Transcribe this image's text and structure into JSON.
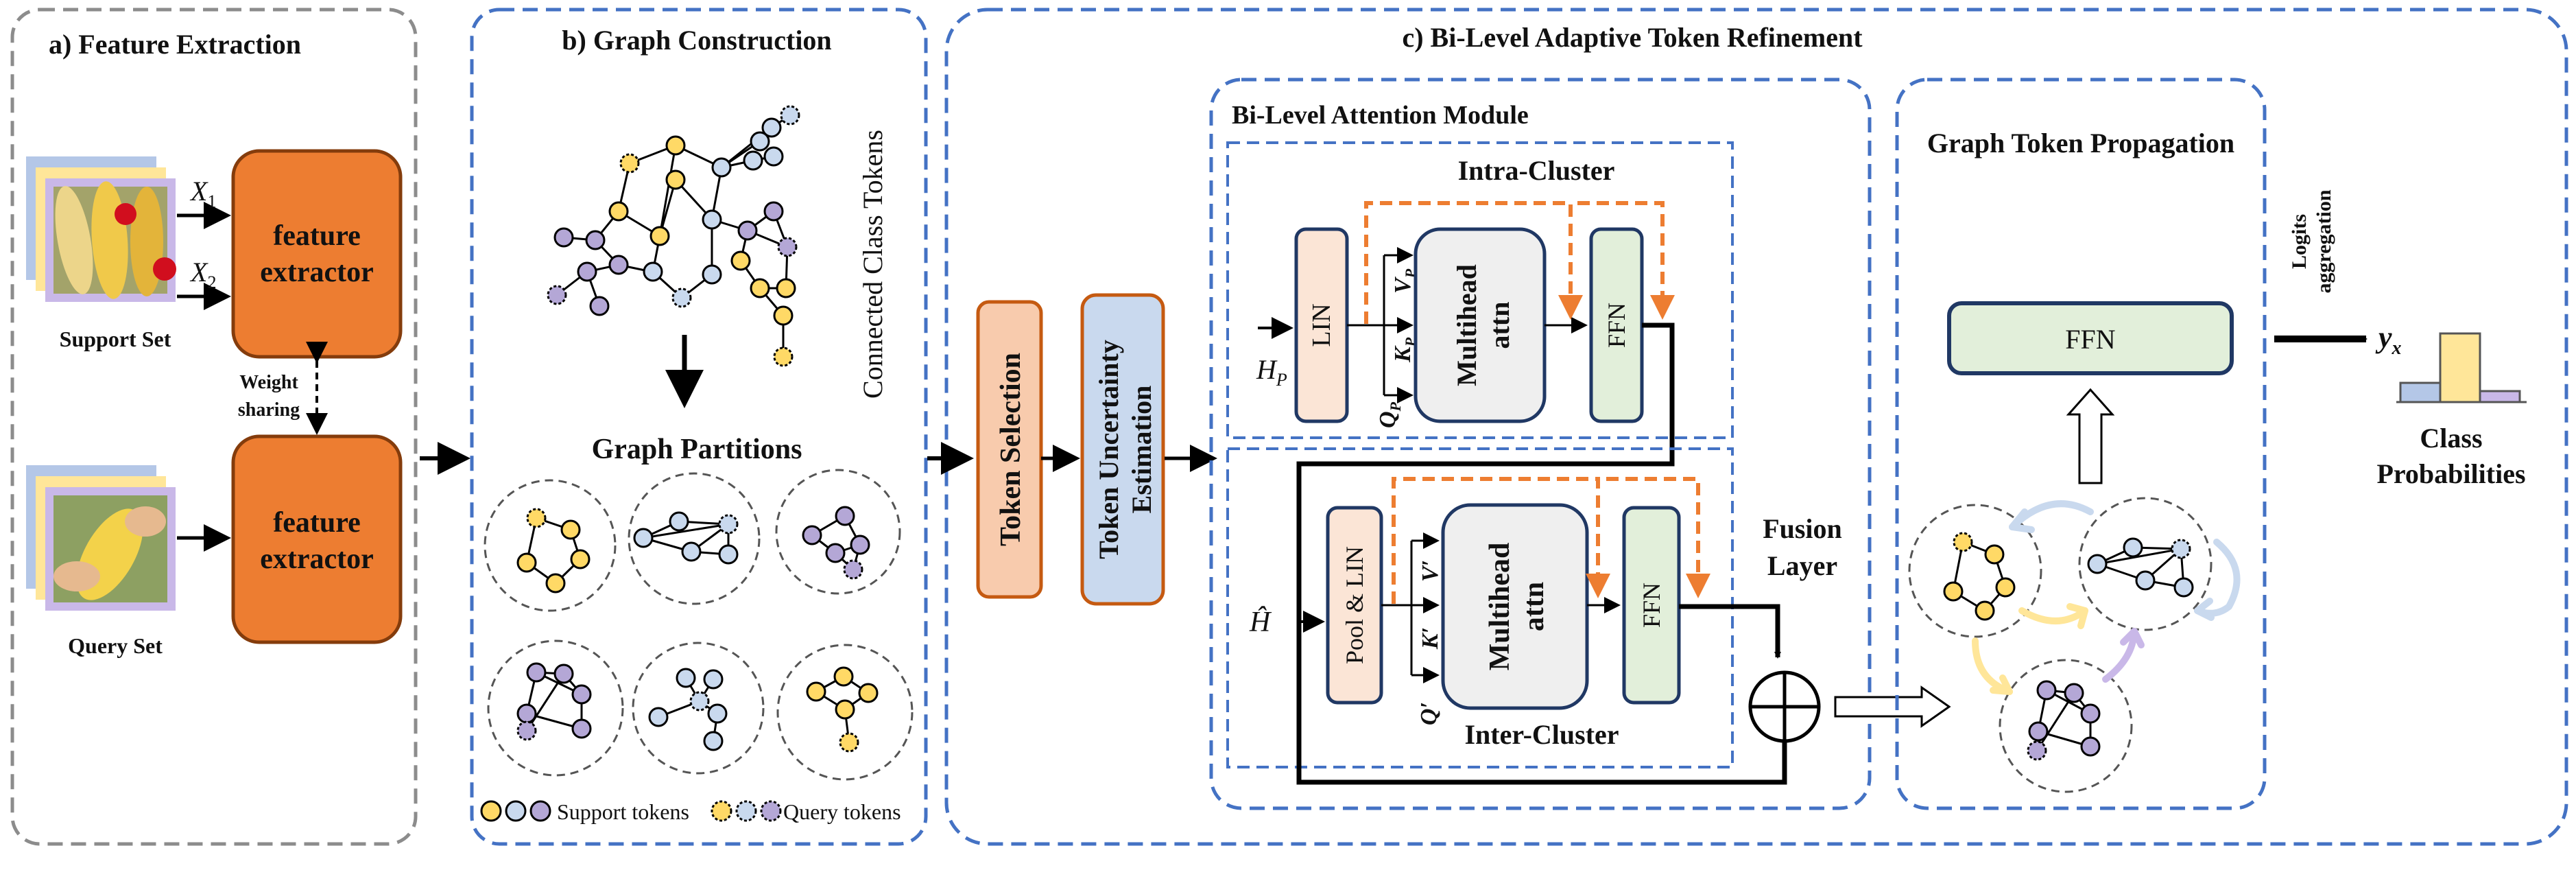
{
  "panels": {
    "a_title": "a) Feature Extraction",
    "b_title": "b) Graph Construction",
    "c_title": "c) Bi-Level Adaptive Token Refinement"
  },
  "feature": {
    "extractor_line1": "feature",
    "extractor_line2": "extractor",
    "x1_base": "X",
    "x1_sub": "1",
    "x2_base": "X",
    "x2_sub": "2",
    "support_set": "Support Set",
    "query_set": "Query Set",
    "weight_line1": "Weight",
    "weight_line2": "sharing"
  },
  "graph": {
    "connected": "Connected Class Tokens",
    "partitions": "Graph Partitions",
    "support_legend": "Support tokens",
    "query_legend": "Query tokens"
  },
  "tokens": {
    "selection": "Token Selection",
    "uncertainty_line1": "Token Uncertainty",
    "uncertainty_line2": "Estimation"
  },
  "bilevel": {
    "title": "Bi-Level Attention Module",
    "intra": "Intra-Cluster",
    "inter": "Inter-Cluster",
    "lin": "LIN",
    "pool_lin": "Pool & LIN",
    "mh_line1": "Multihead",
    "mh_line2": "attn",
    "ffn": "FFN",
    "hp_base": "H",
    "hp_sub": "P",
    "hhat": "Ĥ",
    "qp_base": "Q",
    "qp_sub": "P",
    "kp_base": "K",
    "kp_sub": "P",
    "vp_base": "V",
    "vp_sub": "P",
    "q_prime": "Q′",
    "k_prime": "K′",
    "v_prime": "V′",
    "fusion_line1": "Fusion",
    "fusion_line2": "Layer"
  },
  "propagation": {
    "title": "Graph Token Propagation",
    "ffn": "FFN"
  },
  "output": {
    "logits_line1": "Logits",
    "logits_line2": "aggregation",
    "y_base": "y",
    "y_sub": "x",
    "class_line1": "Class",
    "class_line2": "Probabilities",
    "bars": [
      0.28,
      1.0,
      0.16
    ]
  },
  "colors": {
    "panel_gray": "#8c8c8c",
    "panel_blue": "#4472c4",
    "extractor": "#ed7d31",
    "node_yellow": "#ffd966",
    "node_blue": "#c9d9ee",
    "node_purple": "#b4a7d6",
    "ffn_green": "#e2efda",
    "selection_fill": "#f8cbad",
    "uncertainty_fill": "#c9d9ee",
    "attn_gray": "#efefef",
    "lin_pink": "#fbe5d6",
    "dash_orange": "#ed7d31",
    "bar_yellow": "#ffe699",
    "bar_blue": "#b4c7e7",
    "bar_purple": "#c9b8e8"
  }
}
